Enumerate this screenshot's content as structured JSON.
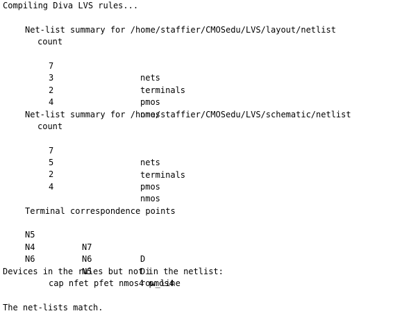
{
  "header": "Compiling Diva LVS rules...",
  "layout_summary": {
    "title": "Net-list summary for /home/staffier/CMOSedu/LVS/layout/netlist",
    "count_label": "count",
    "rows": [
      {
        "count": "7",
        "name": "nets"
      },
      {
        "count": "3",
        "name": "terminals"
      },
      {
        "count": "2",
        "name": "pmos"
      },
      {
        "count": "4",
        "name": "nmos"
      }
    ]
  },
  "schematic_summary": {
    "title": "Net-list summary for /home/staffier/CMOSedu/LVS/schematic/netlist",
    "count_label": "count",
    "rows": [
      {
        "count": "7",
        "name": "nets"
      },
      {
        "count": "5",
        "name": "terminals"
      },
      {
        "count": "2",
        "name": "pmos"
      },
      {
        "count": "4",
        "name": "nmos"
      }
    ]
  },
  "terminals": {
    "title": "Terminal correspondence points",
    "rows": [
      {
        "a": "N5",
        "b": "N7",
        "name": "D"
      },
      {
        "a": "N4",
        "b": "N6",
        "name": "Di"
      },
      {
        "a": "N6",
        "b": "N5",
        "name": "row_line"
      }
    ]
  },
  "devices": {
    "title": "Devices in the rules but not in the netlist:",
    "list": "cap nfet pfet nmos4 pmos4"
  },
  "result": "The net-lists match."
}
